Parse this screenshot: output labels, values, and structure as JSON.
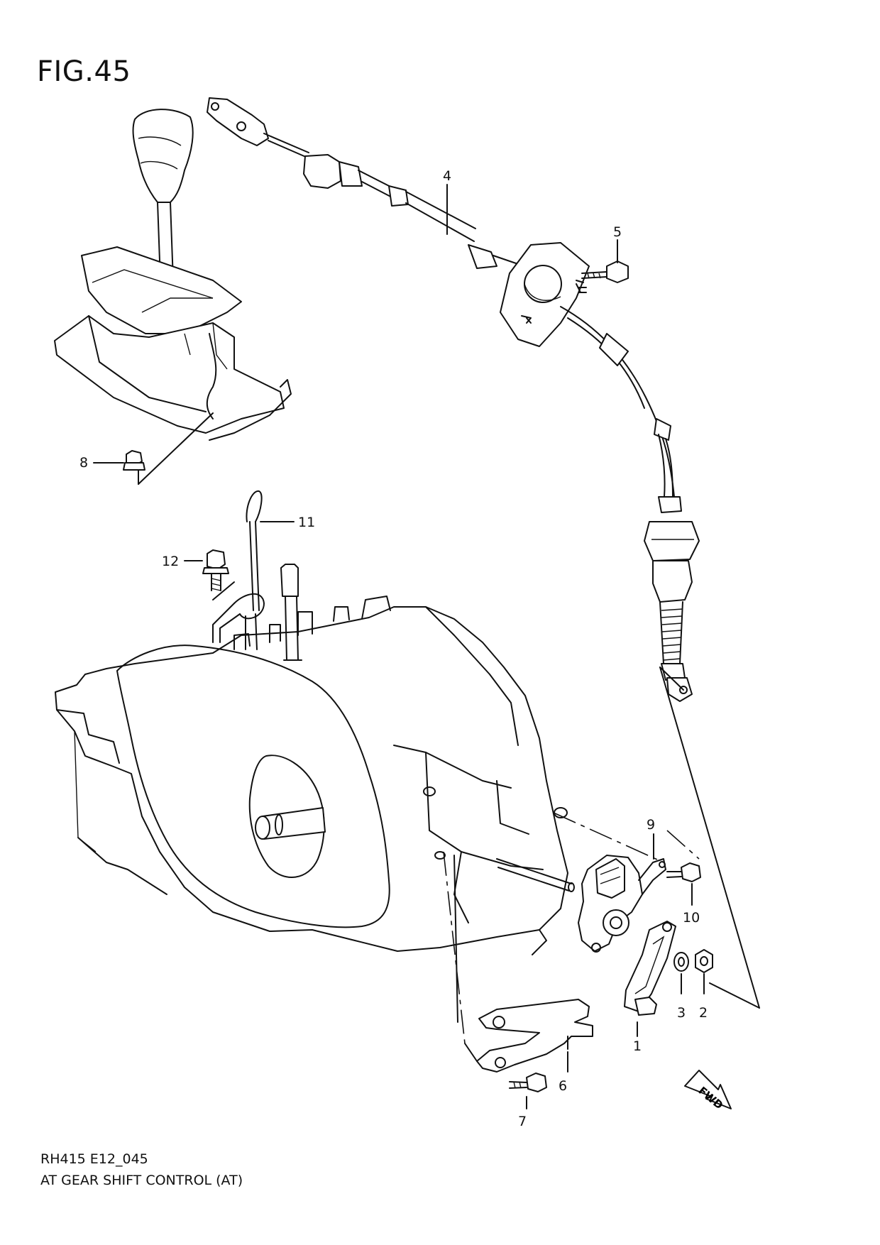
{
  "figure": {
    "title": "FIG.45"
  },
  "caption": {
    "code": "RH415 E12_045",
    "name": "AT GEAR SHIFT CONTROL (AT)"
  },
  "callouts": [
    "1",
    "2",
    "3",
    "4",
    "5",
    "6",
    "7",
    "8",
    "9",
    "10",
    "11",
    "12"
  ],
  "direction_label": "FWD",
  "colors": {
    "ink": "#111111",
    "paper": "#ffffff"
  }
}
